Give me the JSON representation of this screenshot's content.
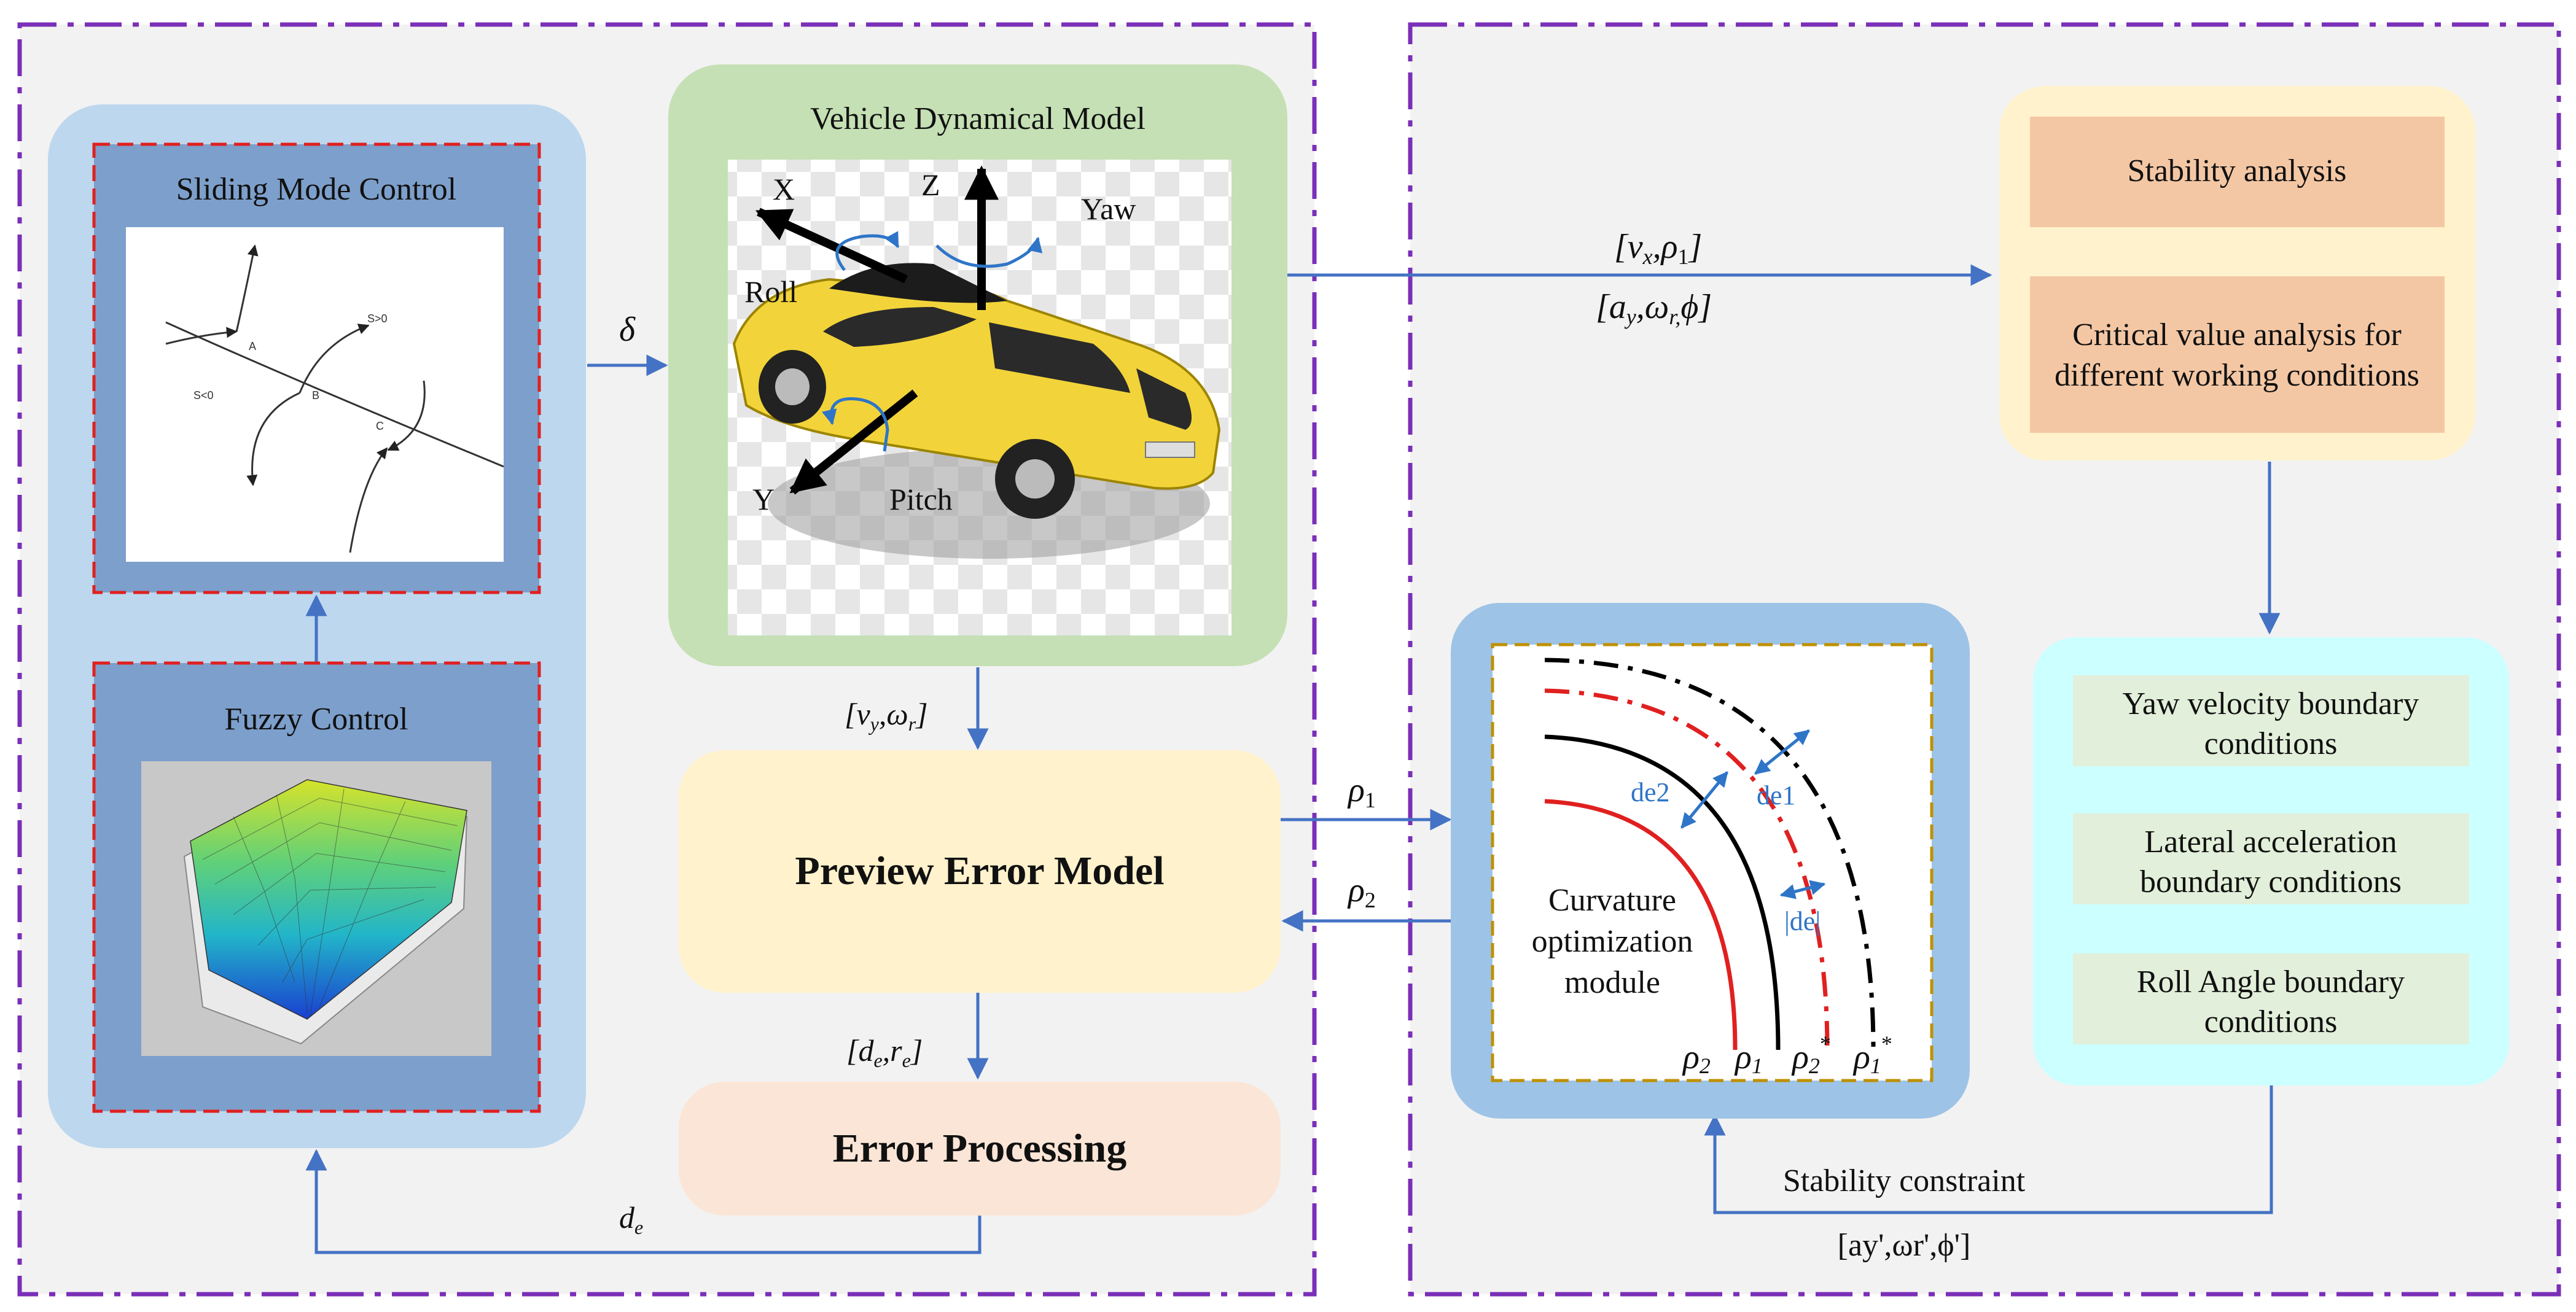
{
  "left_panel": {
    "controller": {
      "sliding_mode_title": "Sliding Mode Control",
      "sliding_labels": {
        "a": "A",
        "b": "B",
        "c": "C",
        "s_neg": "S<0",
        "s_pos": "S>0"
      },
      "fuzzy_title": "Fuzzy Control"
    },
    "vehicle_model": {
      "title": "Vehicle Dynamical Model",
      "axis_x": "X",
      "axis_y": "Y",
      "axis_z": "Z",
      "yaw": "Yaw",
      "roll": "Roll",
      "pitch": "Pitch"
    },
    "preview_error_model": "Preview Error Model",
    "error_processing": "Error Processing",
    "signals": {
      "delta": "δ",
      "vy_wr": "[vy,ωr]",
      "de_re": "[de,re]",
      "de": "de"
    }
  },
  "right_panel": {
    "analysis": {
      "stability_analysis": "Stability analysis",
      "critical_value_line1": "Critical value analysis for",
      "critical_value_line2": "different working conditions"
    },
    "boundaries": {
      "yaw_line1": "Yaw velocity boundary",
      "yaw_line2": "conditions",
      "lateral_line1": "Lateral acceleration",
      "lateral_line2": "boundary conditions",
      "roll_line1": "Roll Angle boundary",
      "roll_line2": "conditions"
    },
    "curvature": {
      "module_line1": "Curvature",
      "module_line2": "optimization",
      "module_line3": "module",
      "de2": "de2",
      "de1": "de1",
      "abs_de": "|de|",
      "rho2": "ρ2",
      "rho1": "ρ1",
      "rho2_star": "ρ2*",
      "rho1_star": "ρ1*"
    },
    "stability_constraint": "Stability constraint",
    "constraint_values": "[ay',ωr',ϕ']"
  },
  "signals_between": {
    "vx_rho1": "[vx,ρ1]",
    "ay_wr_phi": "[ay,ωr,ϕ]",
    "rho1": "ρ1",
    "rho2": "ρ2"
  },
  "colors": {
    "panel_border": "#7a2fb8",
    "panel_fill": "#f2f2f2",
    "arrow": "#4472c4",
    "light_blue": "#bdd7ee",
    "mid_blue": "#7d9fcb",
    "green": "#c5e0b4",
    "yellow": "#fff2cc",
    "peach": "#fbe5d6",
    "orange_box": "#f4c7a4",
    "cyan": "#ccffff",
    "pale_green": "#e2efda",
    "red_dash": "#e02020",
    "gold_dash": "#bf9000"
  }
}
